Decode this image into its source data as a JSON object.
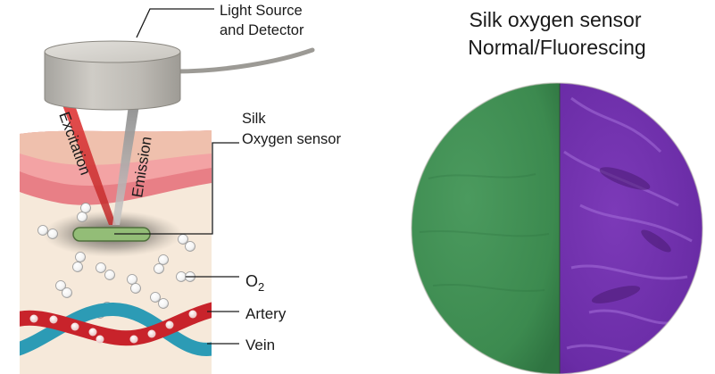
{
  "left_diagram": {
    "labels": {
      "light_source_line1": "Light Source",
      "light_source_line2": "and Detector",
      "excitation": "Excitation",
      "emission": "Emission",
      "sensor_line1": "Silk",
      "sensor_line2": "Oxygen sensor",
      "o2_main": "O",
      "o2_sub": "2",
      "artery": "Artery",
      "vein": "Vein"
    }
  },
  "right_panel": {
    "title_line1": "Silk oxygen sensor",
    "title_line2": "Normal/Fluorescing"
  },
  "colors": {
    "skin_top": "#efc0ad",
    "skin_dermis": "#e87f86",
    "tissue": "#f6e9da",
    "sensor": "#93bd77",
    "artery": "#c8232b",
    "vein": "#2c9bb5",
    "sensor_normal": "#3c8a4f",
    "sensor_fluorescing": "#6a2ca6"
  }
}
